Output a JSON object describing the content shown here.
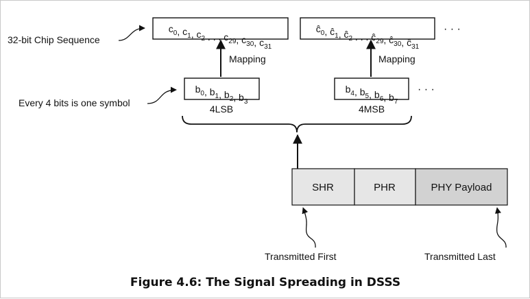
{
  "diagram": {
    "chip_sequence_label": "32-bit Chip Sequence",
    "symbol_label": "Every 4 bits is one symbol",
    "chip_box_left": [
      {
        "t": "c",
        "s": "0",
        "h": false
      },
      {
        "t": ", ",
        "s": "",
        "h": false
      },
      {
        "t": "c",
        "s": "1",
        "h": false
      },
      {
        "t": ", ",
        "s": "",
        "h": false
      },
      {
        "t": "c",
        "s": "2",
        "h": false
      },
      {
        "t": " . . . ",
        "s": "",
        "h": false
      },
      {
        "t": "c",
        "s": "29",
        "h": false
      },
      {
        "t": ", ",
        "s": "",
        "h": false
      },
      {
        "t": "c",
        "s": "30",
        "h": false
      },
      {
        "t": ", ",
        "s": "",
        "h": false
      },
      {
        "t": "c",
        "s": "31",
        "h": false
      }
    ],
    "chip_box_right": [
      {
        "t": "c",
        "s": "0",
        "h": true
      },
      {
        "t": ", ",
        "s": "",
        "h": false
      },
      {
        "t": "c",
        "s": "1",
        "h": true
      },
      {
        "t": ", ",
        "s": "",
        "h": false
      },
      {
        "t": "c",
        "s": "2",
        "h": true
      },
      {
        "t": " . . . ",
        "s": "",
        "h": false
      },
      {
        "t": "c",
        "s": "29",
        "h": true
      },
      {
        "t": ", ",
        "s": "",
        "h": false
      },
      {
        "t": "c",
        "s": "30",
        "h": true
      },
      {
        "t": ", ",
        "s": "",
        "h": false
      },
      {
        "t": "c",
        "s": "31",
        "h": true
      }
    ],
    "bit_box_left": [
      {
        "t": "b",
        "s": "0",
        "h": false
      },
      {
        "t": ", ",
        "s": "",
        "h": false
      },
      {
        "t": "b",
        "s": "1",
        "h": false
      },
      {
        "t": ", ",
        "s": "",
        "h": false
      },
      {
        "t": "b",
        "s": "2",
        "h": false
      },
      {
        "t": ", ",
        "s": "",
        "h": false
      },
      {
        "t": "b",
        "s": "3",
        "h": false
      }
    ],
    "bit_box_right": [
      {
        "t": "b",
        "s": "4",
        "h": false
      },
      {
        "t": ", ",
        "s": "",
        "h": false
      },
      {
        "t": "b",
        "s": "5",
        "h": false
      },
      {
        "t": ", ",
        "s": "",
        "h": false
      },
      {
        "t": "b",
        "s": "6",
        "h": false
      },
      {
        "t": ", ",
        "s": "",
        "h": false
      },
      {
        "t": "b",
        "s": "7",
        "h": false
      }
    ],
    "mapping_left": "Mapping",
    "mapping_right": "Mapping",
    "lsb_label": "4LSB",
    "msb_label": "4MSB",
    "ellipsis_top": "· · ·",
    "ellipsis_mid": "· · ·",
    "frame_fields": [
      {
        "label": "SHR",
        "color": "#e6e6e6"
      },
      {
        "label": "PHR",
        "color": "#e6e6e6"
      },
      {
        "label": "PHY Payload",
        "color": "#d2d2d2"
      }
    ],
    "transmitted_first": "Transmitted First",
    "transmitted_last": "Transmitted Last",
    "caption": "Figure 4.6:  The Signal Spreading in DSSS"
  }
}
